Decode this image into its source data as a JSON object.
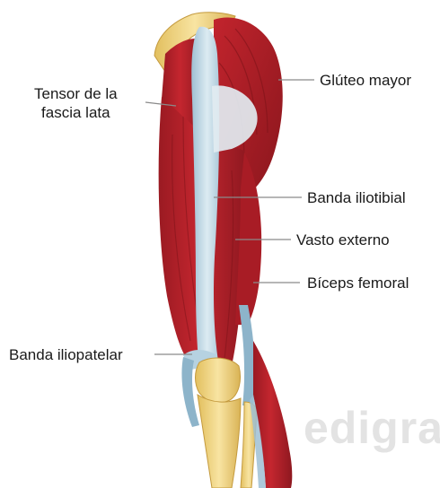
{
  "labels": {
    "tensor": "Tensor de la\nfascia lata",
    "gluteo": "Glúteo mayor",
    "banda_iliotibial": "Banda iliotibial",
    "vasto_externo": "Vasto externo",
    "biceps": "Bíceps femoral",
    "banda_iliopatelar": "Banda iliopatelar"
  },
  "watermark": "edigra",
  "colors": {
    "muscle": "#b8202a",
    "muscle_dark": "#8e1820",
    "tendon": "#bcd6e4",
    "bone": "#f2d889",
    "leader_line": "#8a8a8a"
  }
}
